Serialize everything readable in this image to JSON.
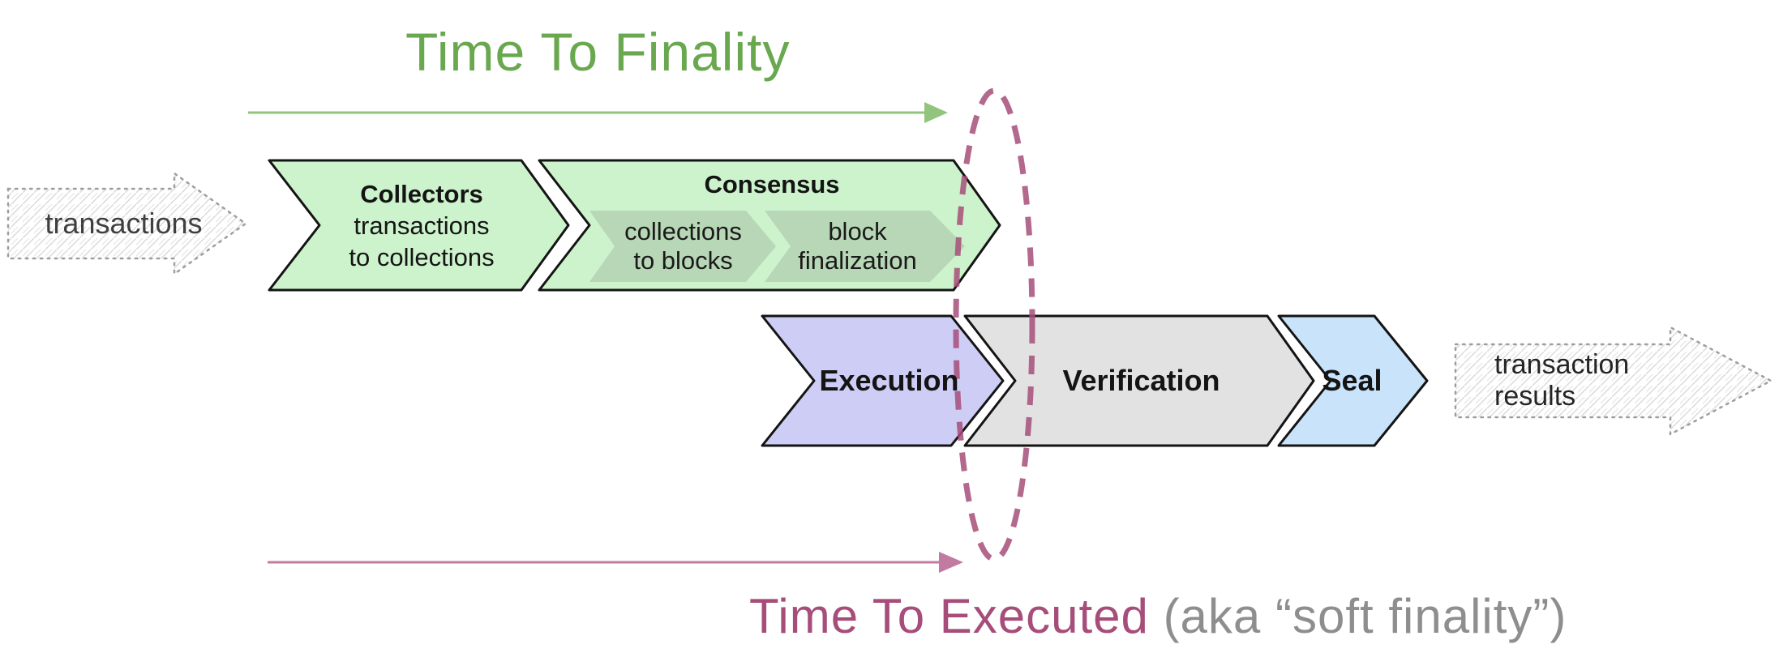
{
  "title": {
    "text": "Time To Finality"
  },
  "caption": {
    "highlight": "Time To Executed",
    "suffix": " (aka “soft finality”)"
  },
  "input_arrow": {
    "label": "transactions"
  },
  "output_arrow": {
    "line1": "transaction",
    "line2": "results"
  },
  "stages": {
    "collectors": {
      "title": "Collectors",
      "desc1": "transactions",
      "desc2": "to collections"
    },
    "consensus": {
      "title": "Consensus",
      "sub1": {
        "line1": "collections",
        "line2": "to blocks"
      },
      "sub2": {
        "line1": "block",
        "line2": "finalization"
      }
    },
    "execution": {
      "title": "Execution"
    },
    "verification": {
      "title": "Verification"
    },
    "seal": {
      "title": "Seal"
    }
  },
  "colors": {
    "title_green": "#6aa84f",
    "arrow_green": "#93c47d",
    "caption_magenta": "#a64d79",
    "caption_gray": "#8e8e8e",
    "arrow_pink": "#c27ba0",
    "ellipse_magenta": "#a64d79",
    "chevron_green": "#cdf3cc",
    "chevron_sub_green": "#b7d7b6",
    "chevron_purple": "#cdcdf6",
    "chevron_gray": "#e2e2e2",
    "chevron_blue": "#c9e3fa",
    "outline_black": "#141414",
    "hatch_line": "#dcdcdc",
    "hatch_border": "#9e9e9e"
  }
}
